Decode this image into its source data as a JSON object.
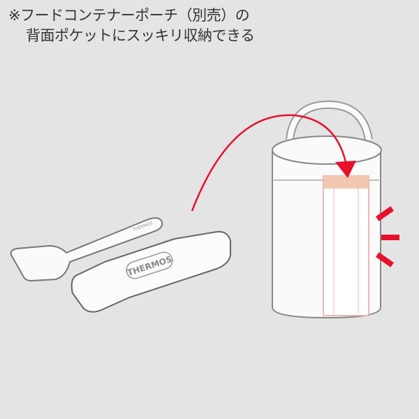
{
  "caption": {
    "line1": "※フードコンテナーポーチ（別売）の",
    "line2": "背面ポケットにスッキリ収納できる"
  },
  "illustration": {
    "spoon_logo": "THERMOS",
    "case_logo": "THERMOS"
  },
  "colors": {
    "background": "#e4e4e4",
    "accent": "#e8102a",
    "pocket_top": "#f2c7b0"
  }
}
